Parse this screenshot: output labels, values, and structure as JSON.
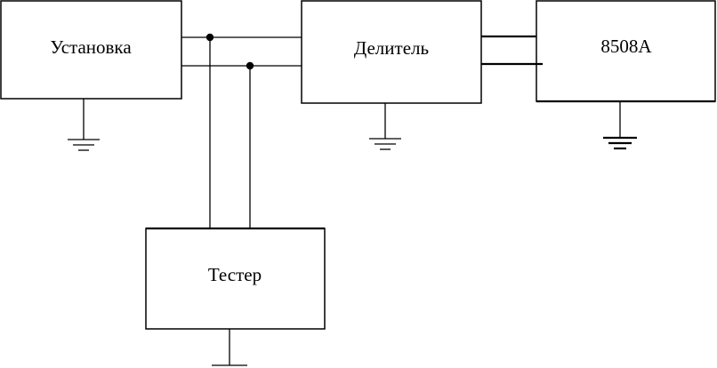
{
  "blocks": {
    "ustanovka": {
      "label": "Установка"
    },
    "delitel": {
      "label": "Делитель"
    },
    "analyzer": {
      "label": "8508A"
    },
    "tester": {
      "label": "Тестер"
    }
  },
  "colors": {
    "line": "#000000",
    "background": "#ffffff"
  }
}
